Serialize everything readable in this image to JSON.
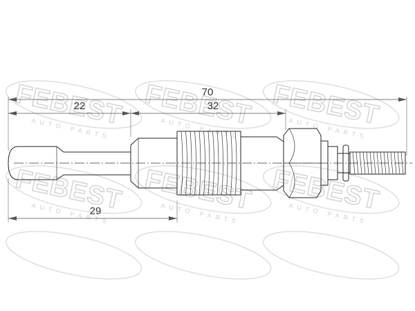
{
  "drawing": {
    "dimensions": [
      {
        "id": "overall",
        "label": "70"
      },
      {
        "id": "tip",
        "label": "22"
      },
      {
        "id": "body",
        "label": "32"
      },
      {
        "id": "thread",
        "label": "29"
      }
    ]
  },
  "watermark": {
    "brand": "FEBEST",
    "tagline": "AUTO PARTS"
  }
}
